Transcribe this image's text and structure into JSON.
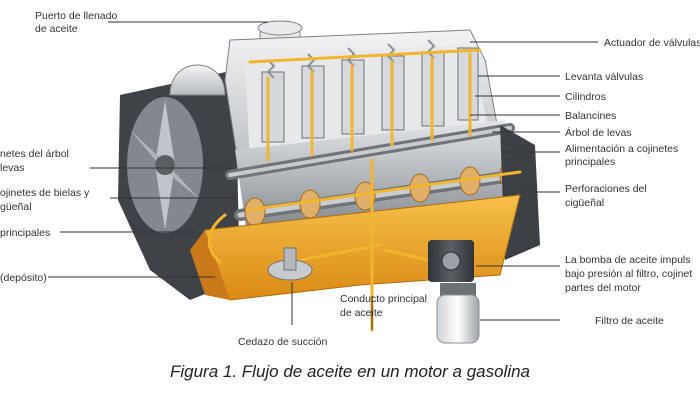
{
  "labels": {
    "oil_fill": [
      "Puerto de llenado",
      "de aceite"
    ],
    "valve_actuator": "Actuador de válvulas",
    "valve_lifters": "Levanta válvulas",
    "cylinders": "Cilindros",
    "rockers": "Balancines",
    "camshaft": "Árbol de levas",
    "main_bearing_feed": [
      "Alimentación a cojinetes",
      "principales"
    ],
    "camshaft_bearings": [
      "netes del árbol",
      "levas"
    ],
    "rod_bearings": [
      "ojinetes de bielas y",
      "güeñal"
    ],
    "main_bearings": "principales",
    "sump": "(depósito)",
    "crank_bores": [
      "Perforaciones del",
      "cigüeñal"
    ],
    "oil_pump": [
      "La bomba de aceite impuls",
      "bajo presión al filtro, cojinet",
      "partes del motor"
    ],
    "main_duct": [
      "Conducto principal",
      "de aceite"
    ],
    "suction_screen": "Cedazo de succión",
    "oil_filter": "Filtro de aceite"
  },
  "caption": "Figura 1. Flujo de aceite en un motor a gasolina",
  "colors": {
    "oil": "#f2b52e",
    "pan": "#f0a32a",
    "metal": "#a9aeb3",
    "metal_dark": "#55595e",
    "leader": "#333333"
  }
}
